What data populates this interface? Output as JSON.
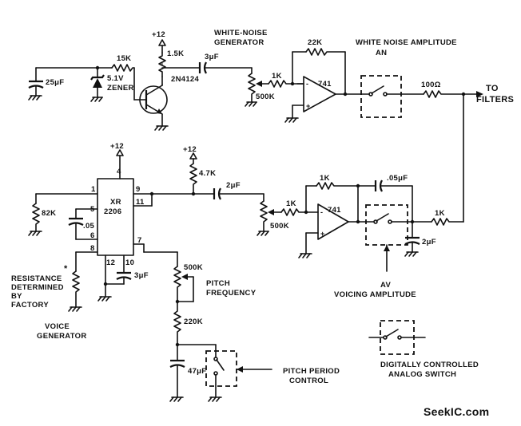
{
  "labels": {
    "plus12_top": "+12",
    "r_1k5": "1.5K",
    "wn_gen_l1": "WHITE-NOISE",
    "wn_gen_l2": "GENERATOR",
    "r_22k": "22K",
    "wn_amp": "WHITE NOISE AMPLITUDE",
    "an": "AN",
    "r_15k": "15K",
    "c_3uf_top": "3μF",
    "c_25uf": "25μF",
    "zener_v": "5.1V",
    "zener": "ZENER",
    "transistor": "2N4124",
    "r_1k_top": "1K",
    "pot_500k_top": "500K",
    "opamp_top": "741",
    "r_100": "100Ω",
    "to": "TO",
    "filters": "FILTERS",
    "plus12_xr": "+12",
    "plus12_mid": "+12",
    "r_4k7": "4.7K",
    "c_2uf_mid": "2μF",
    "xr_name": "XR",
    "xr_num": "2206",
    "pin1": "1",
    "pin5": "5",
    "pin6": "6",
    "pin8": "8",
    "pin4": "4",
    "pin9": "9",
    "pin11": "11",
    "pin7": "7",
    "pin12": "12",
    "pin10": "10",
    "r_82k": "82K",
    "c_05": ".05",
    "c_3uf_xr": "3μF",
    "r_1k_fb": "1K",
    "c_05uf": ".05μF",
    "r_1k_bot": "1K",
    "pot_500k_mid": "500K",
    "opamp_bot": "741",
    "r_1k_right": "1K",
    "c_2uf_right": "2μF",
    "pot_500k_pitch": "500K",
    "pitch_l1": "PITCH",
    "pitch_l2": "FREQUENCY",
    "r_220k": "220K",
    "c_47uf": "47μF",
    "pp_l1": "PITCH PERIOD",
    "pp_l2": "CONTROL",
    "asterisk": "*",
    "res_l1": "RESISTANCE",
    "res_l2": "DETERMINED",
    "res_l3": "BY",
    "res_l4": "FACTORY",
    "vg_l1": "VOICE",
    "vg_l2": "GENERATOR",
    "av": "AV",
    "voicing": "VOICING AMPLITUDE",
    "legend_l1": "DIGITALLY CONTROLLED",
    "legend_l2": "ANALOG SWITCH",
    "watermark": "SeekIC.com"
  }
}
